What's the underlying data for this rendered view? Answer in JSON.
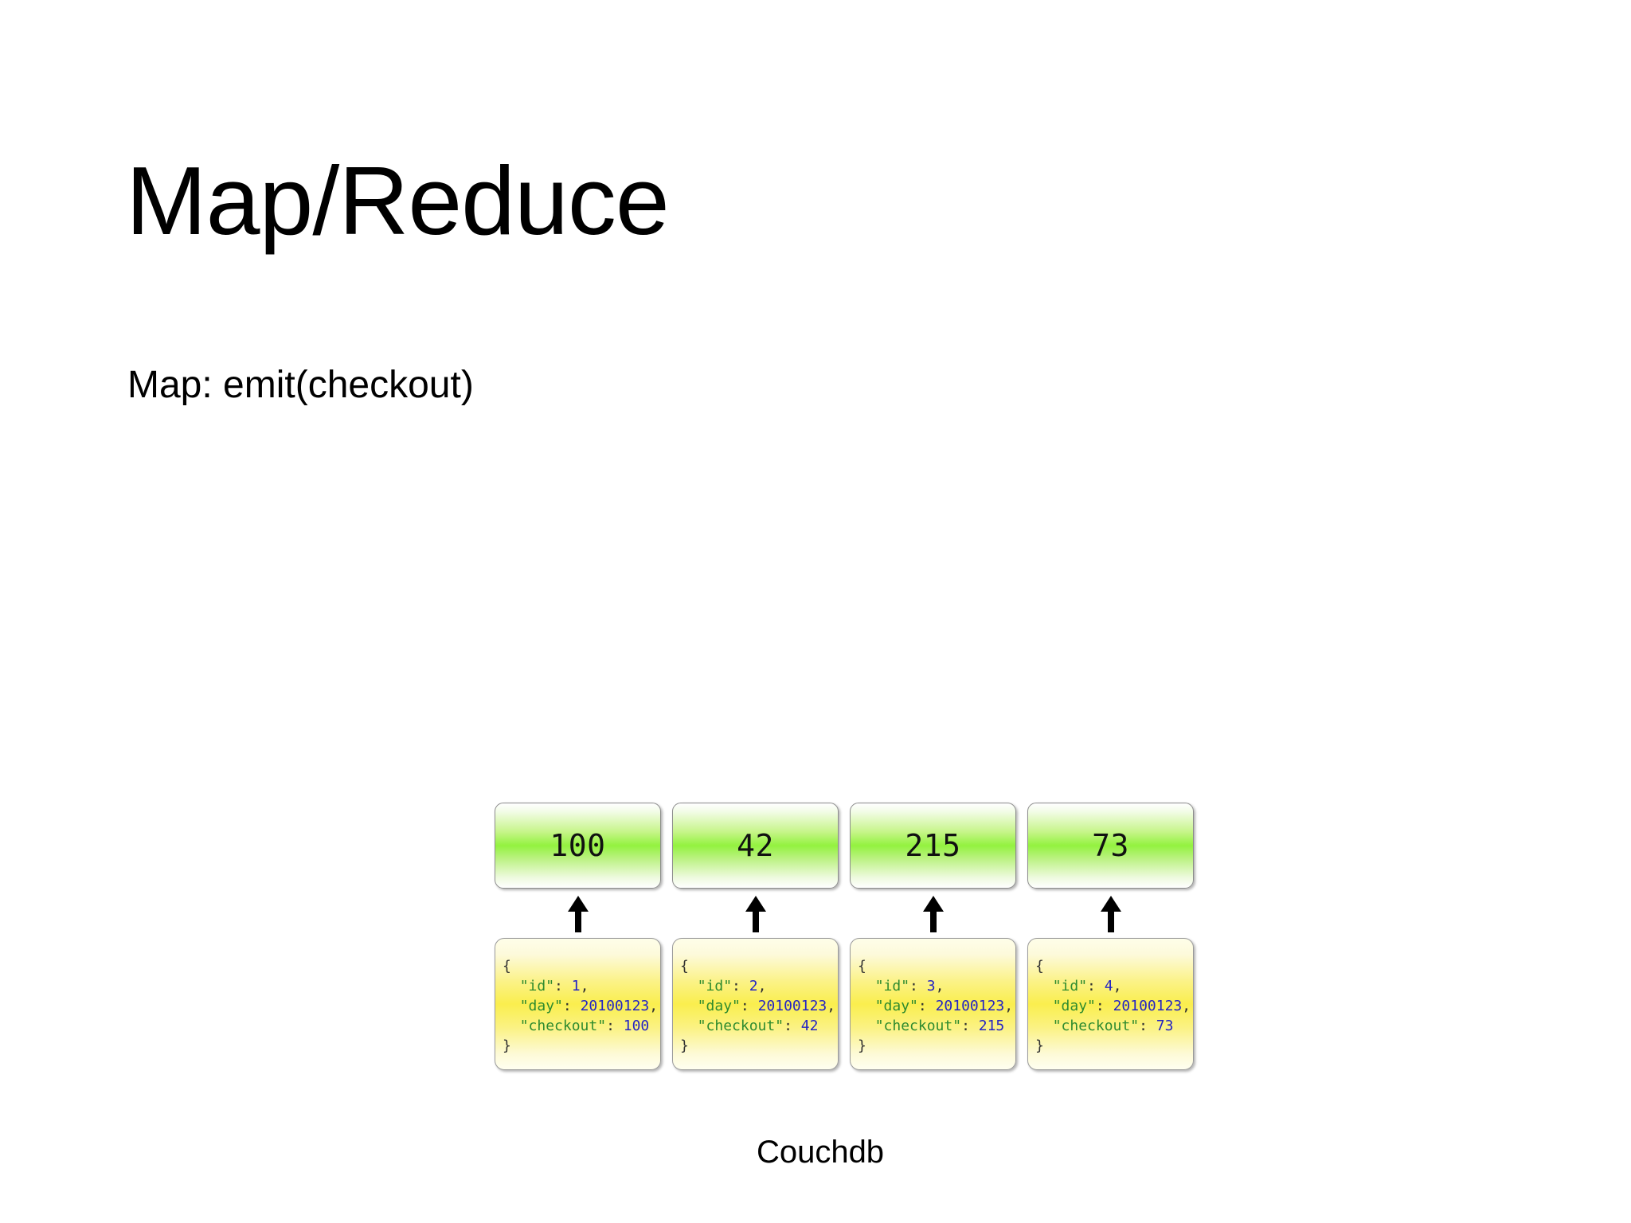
{
  "slide": {
    "title": "Map/Reduce",
    "subtitle": "Map: emit(checkout)",
    "caption": "Couchdb",
    "background_color": "#ffffff",
    "text_color": "#000000"
  },
  "diagram": {
    "arrow_icon": "arrow-up-icon",
    "arrow_color": "#000000",
    "result_box": {
      "gradient_peak_color": "#93f23f",
      "border_color": "#8c8c8c"
    },
    "document_box": {
      "gradient_peak_color": "#faee4e",
      "border_color": "#9a9a9a",
      "key_color": "#2e8b2e",
      "value_color": "#2424c4",
      "punctuation_color": "#303030"
    },
    "results": [
      {
        "value": "100"
      },
      {
        "value": "42"
      },
      {
        "value": "215"
      },
      {
        "value": "73"
      }
    ],
    "documents": [
      {
        "open_brace": "{",
        "lines": [
          {
            "key": "\"id\"",
            "sep": ": ",
            "value": "1",
            "trail": ","
          },
          {
            "key": "\"day\"",
            "sep": ": ",
            "value": "20100123",
            "trail": ","
          },
          {
            "key": "\"checkout\"",
            "sep": ": ",
            "value": "100",
            "trail": ""
          }
        ],
        "close_brace": "}"
      },
      {
        "open_brace": "{",
        "lines": [
          {
            "key": "\"id\"",
            "sep": ": ",
            "value": "2",
            "trail": ","
          },
          {
            "key": "\"day\"",
            "sep": ": ",
            "value": "20100123",
            "trail": ","
          },
          {
            "key": "\"checkout\"",
            "sep": ": ",
            "value": "42",
            "trail": ""
          }
        ],
        "close_brace": "}"
      },
      {
        "open_brace": "{",
        "lines": [
          {
            "key": "\"id\"",
            "sep": ": ",
            "value": "3",
            "trail": ","
          },
          {
            "key": "\"day\"",
            "sep": ": ",
            "value": "20100123",
            "trail": ","
          },
          {
            "key": "\"checkout\"",
            "sep": ": ",
            "value": "215",
            "trail": ""
          }
        ],
        "close_brace": "}"
      },
      {
        "open_brace": "{",
        "lines": [
          {
            "key": "\"id\"",
            "sep": ": ",
            "value": "4",
            "trail": ","
          },
          {
            "key": "\"day\"",
            "sep": ": ",
            "value": "20100123",
            "trail": ","
          },
          {
            "key": "\"checkout\"",
            "sep": ": ",
            "value": "73",
            "trail": ""
          }
        ],
        "close_brace": "}"
      }
    ]
  }
}
